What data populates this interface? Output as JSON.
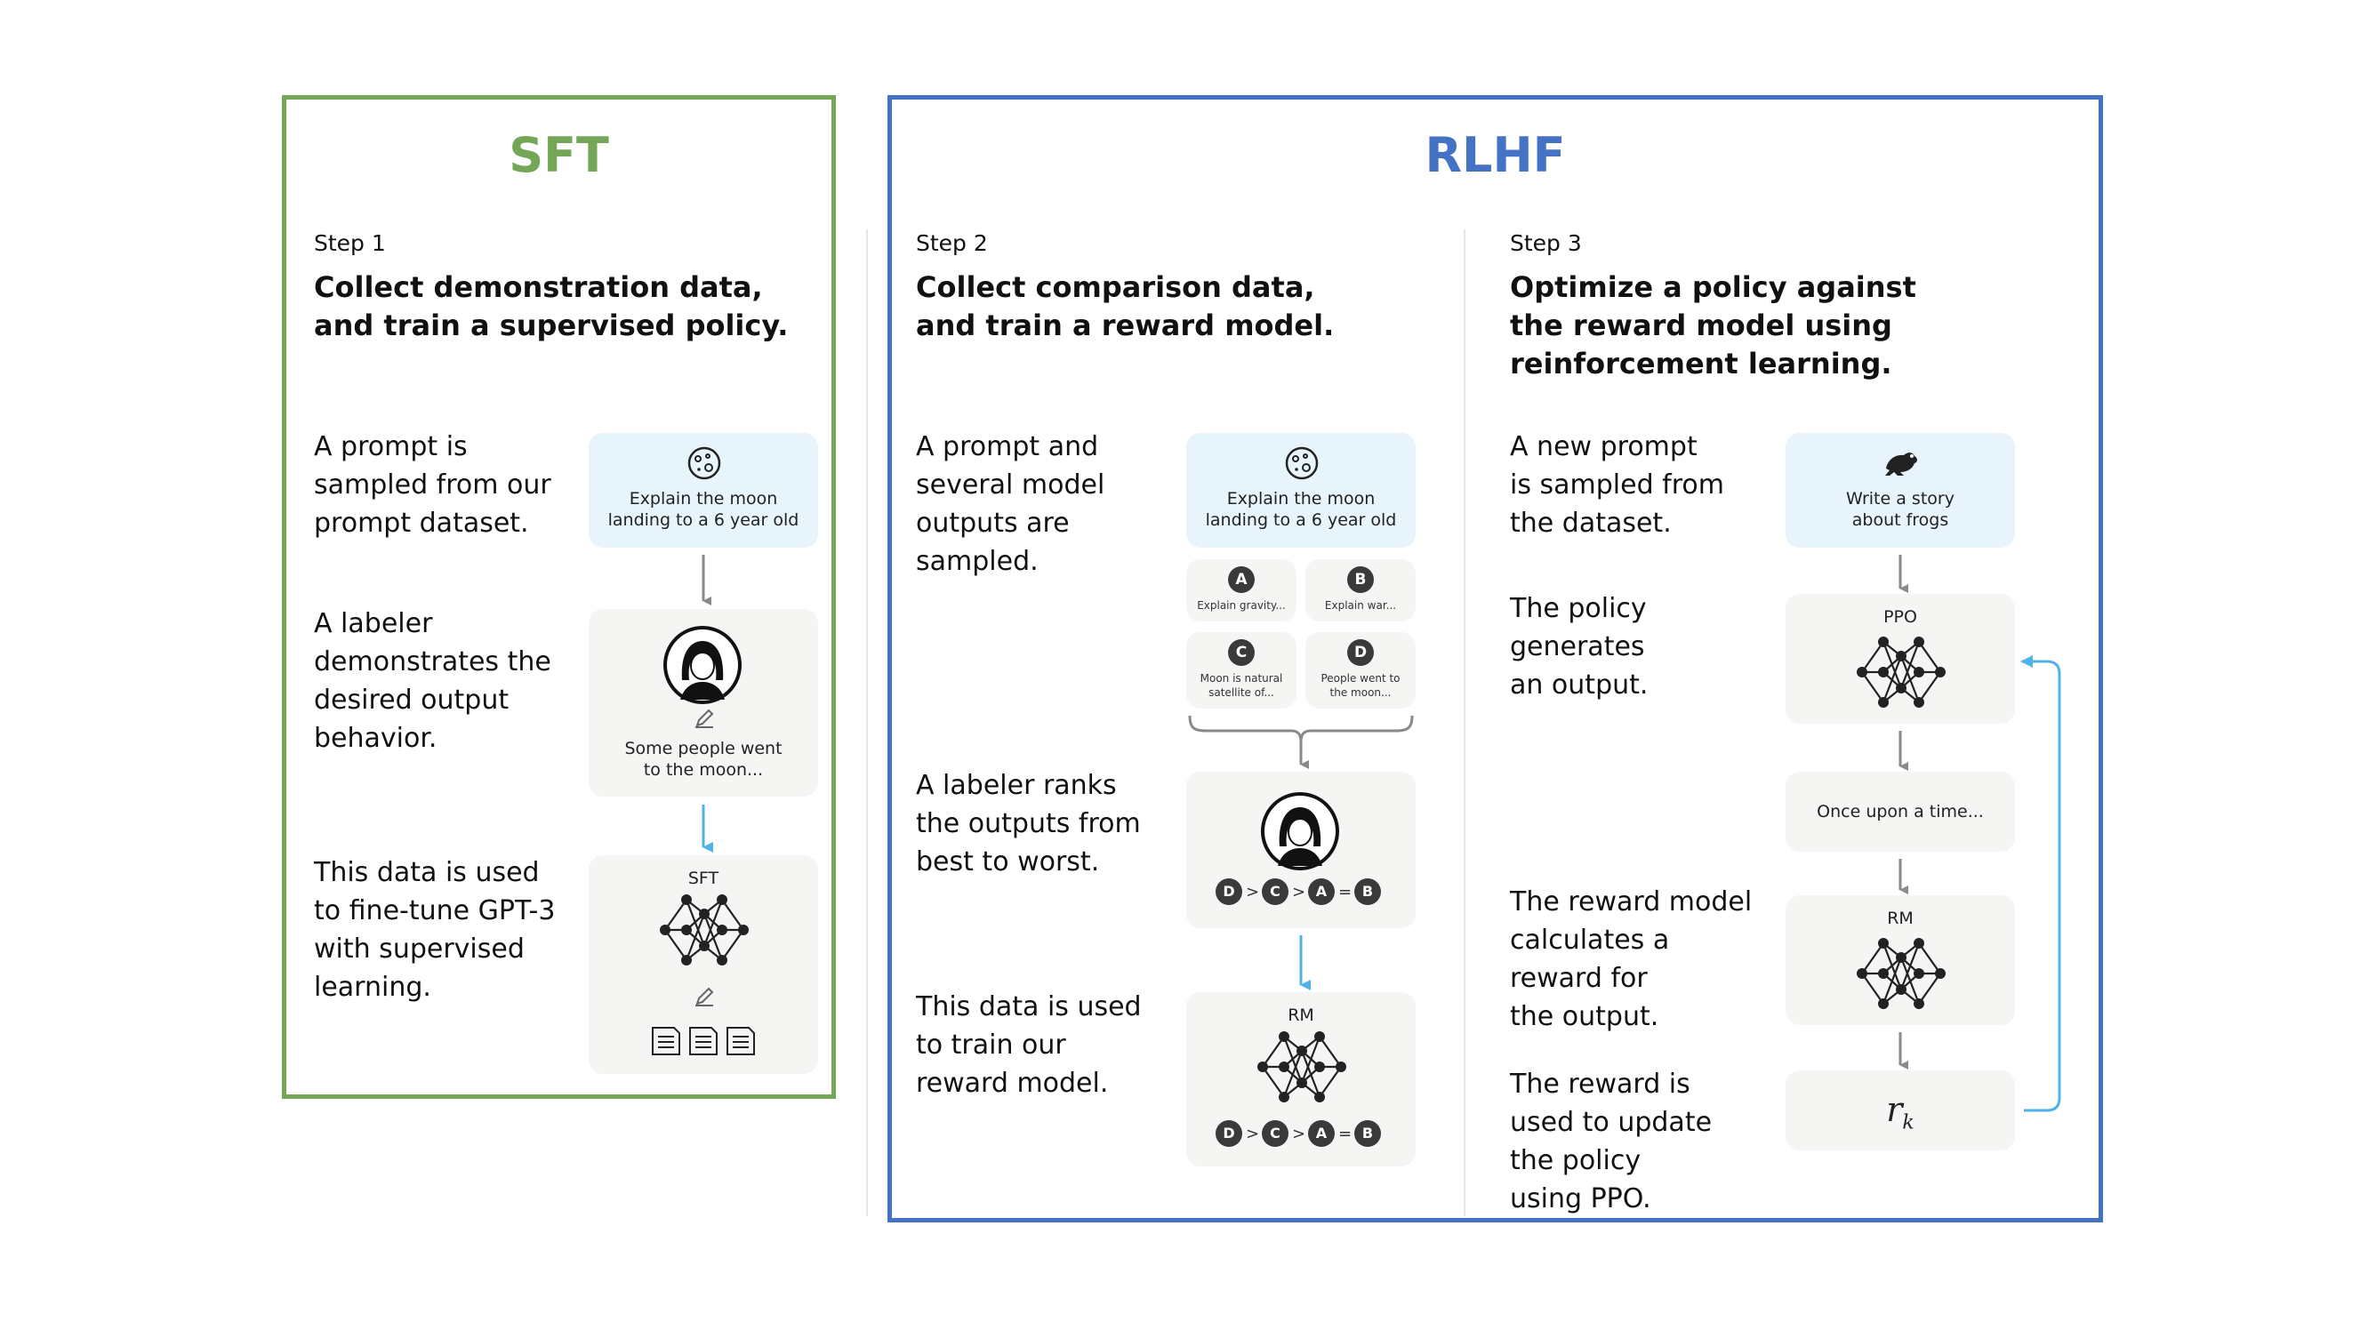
{
  "sft": {
    "title": "SFT",
    "step_label": "Step 1",
    "heading": "Collect demonstration data,\nand train a supervised policy.",
    "desc_prompt": "A prompt is\nsampled from our\nprompt dataset.",
    "desc_labeler": "A labeler\ndemonstrates the\ndesired output\nbehavior.",
    "desc_finetune": "This data is used\nto fine-tune GPT-3\nwith supervised\nlearning.",
    "prompt_text": "Explain the moon\nlanding to a 6 year old",
    "labeler_output": "Some people went\nto the moon...",
    "model_label": "SFT"
  },
  "rlhf": {
    "title": "RLHF",
    "step2": {
      "step_label": "Step 2",
      "heading": "Collect comparison data,\nand train a reward model.",
      "desc_prompt": "A prompt and\nseveral model\noutputs are\nsampled.",
      "desc_rank": "A labeler ranks\nthe outputs from\nbest to worst.",
      "desc_train": "This data is used\nto train our\nreward model.",
      "prompt_text": "Explain the moon\nlanding to a 6 year old",
      "outputs": [
        {
          "letter": "A",
          "text": "Explain gravity..."
        },
        {
          "letter": "B",
          "text": "Explain war..."
        },
        {
          "letter": "C",
          "text": "Moon is natural\nsatellite of..."
        },
        {
          "letter": "D",
          "text": "People went to\nthe moon..."
        }
      ],
      "ranking": [
        "D",
        ">",
        "C",
        ">",
        "A",
        "=",
        "B"
      ],
      "model_label": "RM"
    },
    "step3": {
      "step_label": "Step 3",
      "heading": "Optimize a policy against\nthe reward model using\nreinforcement learning.",
      "desc_prompt": "A new prompt\nis sampled from\nthe dataset.",
      "desc_policy": "The policy\ngenerates\nan output.",
      "desc_reward": "The reward model\ncalculates a\nreward for\nthe output.",
      "desc_update": "The reward is\nused to update\nthe policy\nusing PPO.",
      "prompt_text": "Write a story\nabout frogs",
      "policy_label": "PPO",
      "output_text": "Once upon a time...",
      "rm_label": "RM",
      "reward_symbol": "r",
      "reward_subscript": "k"
    }
  },
  "colors": {
    "sft": "#74a657",
    "rlhf": "#4472c4",
    "arrow_gray": "#8a8a8e",
    "arrow_blue": "#4fb3ea"
  },
  "icons": [
    "moon-icon",
    "labeler-avatar-icon",
    "pencil-icon",
    "document-icon",
    "neural-network-icon",
    "frog-icon"
  ]
}
